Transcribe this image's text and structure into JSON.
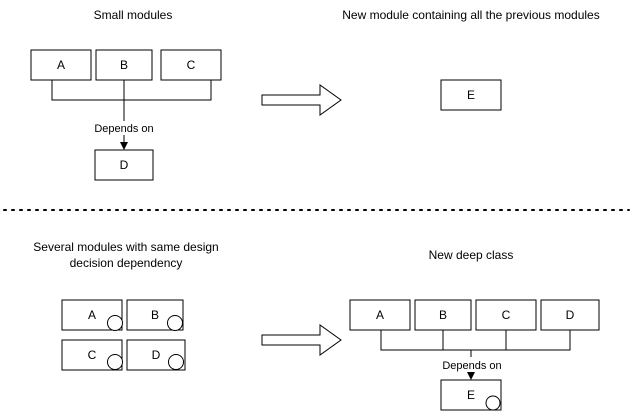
{
  "top_left": {
    "title": "Small modules",
    "modules": [
      "A",
      "B",
      "C"
    ],
    "relation_label": "Depends on",
    "dependency": "D"
  },
  "top_right": {
    "title": "New module containing all the previous modules",
    "module": "E"
  },
  "bottom_left": {
    "title_line1": "Several modules with same design",
    "title_line2": "decision dependency",
    "modules": [
      "A",
      "B",
      "C",
      "D"
    ]
  },
  "bottom_right": {
    "title": "New deep class",
    "modules": [
      "A",
      "B",
      "C",
      "D"
    ],
    "relation_label": "Depends on",
    "dependency": "E"
  },
  "colors": {
    "stroke": "#000000",
    "fill": "#ffffff",
    "text": "#000000"
  }
}
